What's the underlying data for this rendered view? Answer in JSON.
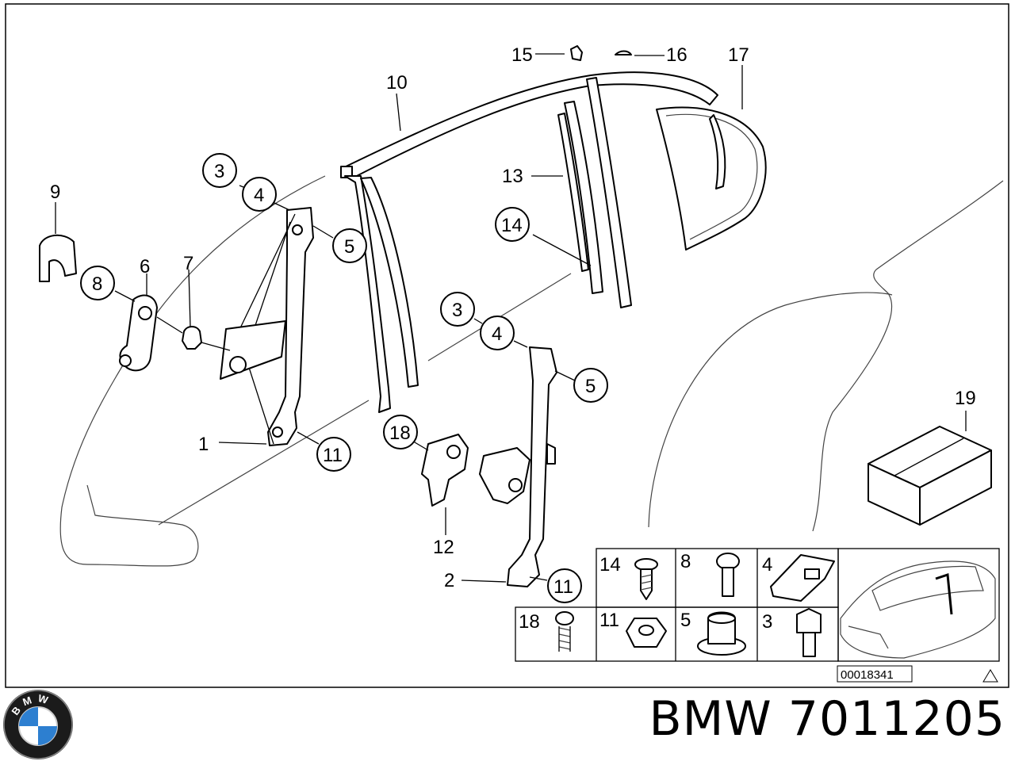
{
  "callouts": {
    "c1": "1",
    "c2": "2",
    "c3a": "3",
    "c3b": "3",
    "c4a": "4",
    "c4b": "4",
    "c5a": "5",
    "c5b": "5",
    "c6": "6",
    "c7": "7",
    "c8": "8",
    "c9": "9",
    "c10": "10",
    "c11a": "11",
    "c11b": "11",
    "c12": "12",
    "c13": "13",
    "c14": "14",
    "c15": "15",
    "c16": "16",
    "c17": "17",
    "c18": "18",
    "c19": "19"
  },
  "legend": {
    "cells": [
      "14",
      "8",
      "4",
      "18",
      "11",
      "5",
      "3"
    ]
  },
  "diagram_id": "00018341",
  "logo": {
    "letters": "BMW"
  },
  "footer": {
    "part_label": "BMW 7011205"
  }
}
